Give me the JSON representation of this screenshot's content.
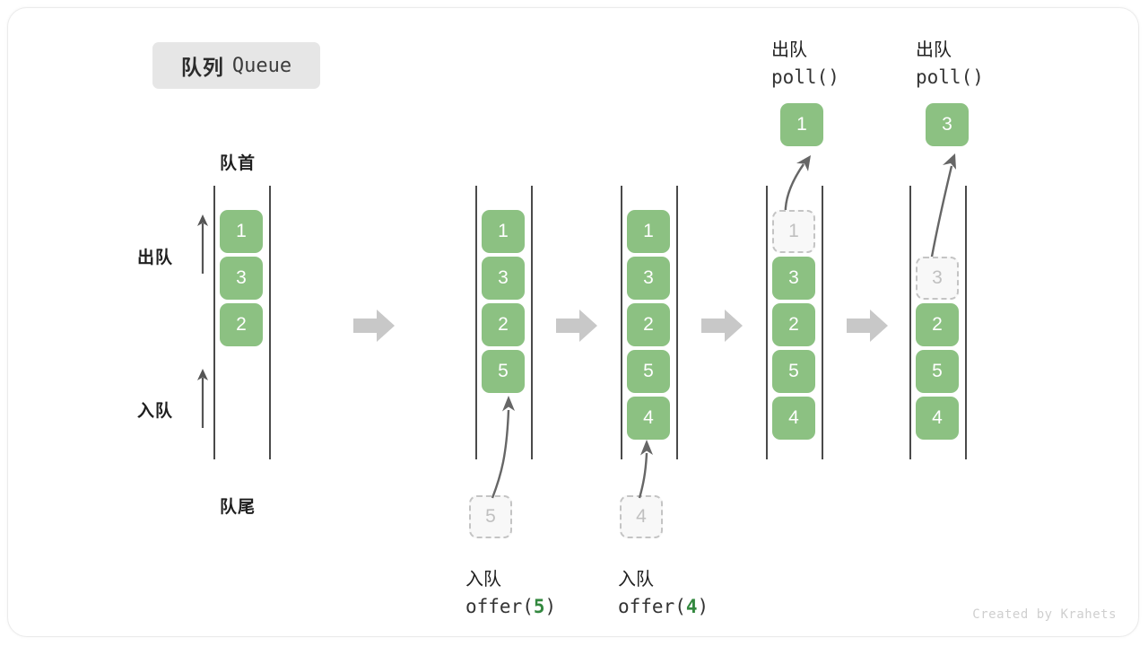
{
  "card": {
    "title_cn": "队列",
    "title_en": "Queue",
    "credit": "Created by Krahets"
  },
  "labels": {
    "head": "队首",
    "tail": "队尾",
    "dequeue": "出队",
    "enqueue": "入队"
  },
  "colors": {
    "element_green": "#8cc182",
    "ghost_fill": "#f8f8f8",
    "ghost_border": "#c4c4c4",
    "ghost_text": "#c0c0c0",
    "rail": "#4a4a4a",
    "step_arrow": "#c8c8c8",
    "code_arg": "#33883f",
    "chip_bg": "#e6e6e6",
    "text": "#1f1f1f"
  },
  "steps": [
    {
      "id": "initial",
      "items": [
        "1",
        "3",
        "2"
      ],
      "ghost": null,
      "popped": null,
      "op_cn": null,
      "op_code": null,
      "op_arg": null
    },
    {
      "id": "offer-5",
      "items": [
        "1",
        "3",
        "2",
        "5"
      ],
      "ghost": {
        "value": "5",
        "position": "below-tail"
      },
      "popped": null,
      "op_cn": "入队",
      "op_code_prefix": "offer(",
      "op_arg": "5",
      "op_code_suffix": ")"
    },
    {
      "id": "offer-4",
      "items": [
        "1",
        "3",
        "2",
        "5",
        "4"
      ],
      "ghost": {
        "value": "4",
        "position": "below-tail"
      },
      "popped": null,
      "op_cn": "入队",
      "op_code_prefix": "offer(",
      "op_arg": "4",
      "op_code_suffix": ")"
    },
    {
      "id": "poll-1",
      "items": [
        "3",
        "2",
        "5",
        "4"
      ],
      "ghost": {
        "value": "1",
        "position": "slot-0"
      },
      "popped": "1",
      "op_cn": "出队",
      "op_code_prefix": "poll(",
      "op_arg": "",
      "op_code_suffix": ")"
    },
    {
      "id": "poll-3",
      "items": [
        "2",
        "5",
        "4"
      ],
      "ghost": {
        "value": "3",
        "position": "slot-1"
      },
      "popped": "3",
      "op_cn": "出队",
      "op_code_prefix": "poll(",
      "op_arg": "",
      "op_code_suffix": ")"
    }
  ]
}
